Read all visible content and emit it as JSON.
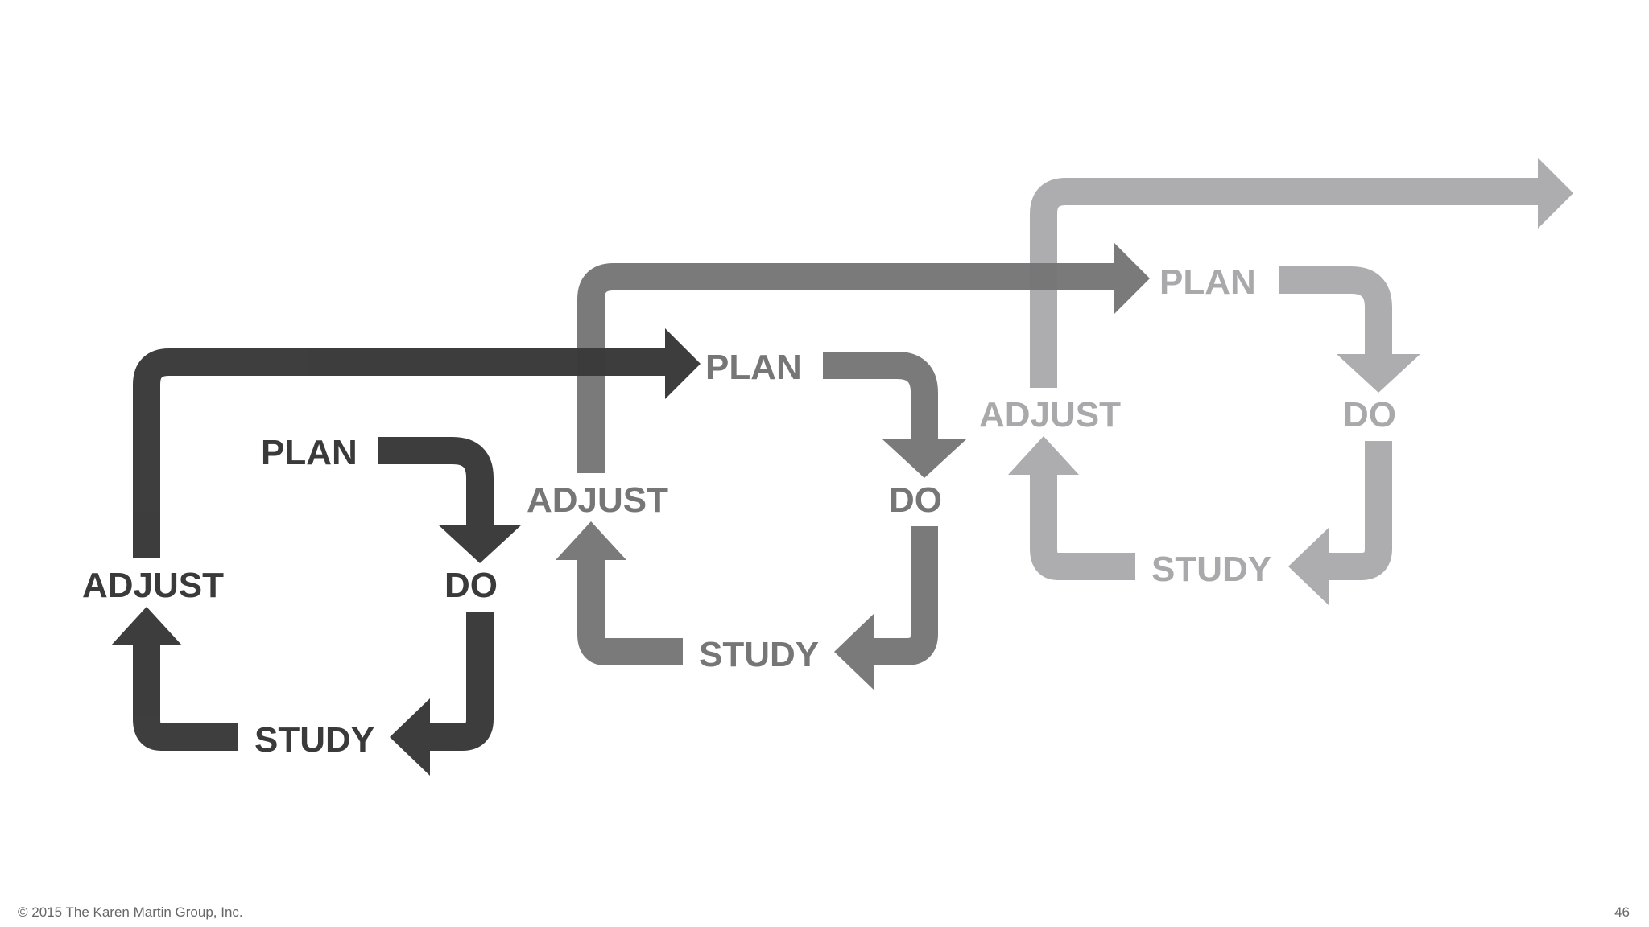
{
  "diagram": {
    "cycles": [
      {
        "plan": "PLAN",
        "do": "DO",
        "study": "STUDY",
        "adjust": "ADJUST",
        "color": "#3a3a3b"
      },
      {
        "plan": "PLAN",
        "do": "DO",
        "study": "STUDY",
        "adjust": "ADJUST",
        "color": "#767677"
      },
      {
        "plan": "PLAN",
        "do": "DO",
        "study": "STUDY",
        "adjust": "ADJUST",
        "color": "#a9a9ab"
      }
    ]
  },
  "footer": {
    "copyright": "© 2015 The Karen Martin Group, Inc.",
    "page_number": "46"
  }
}
